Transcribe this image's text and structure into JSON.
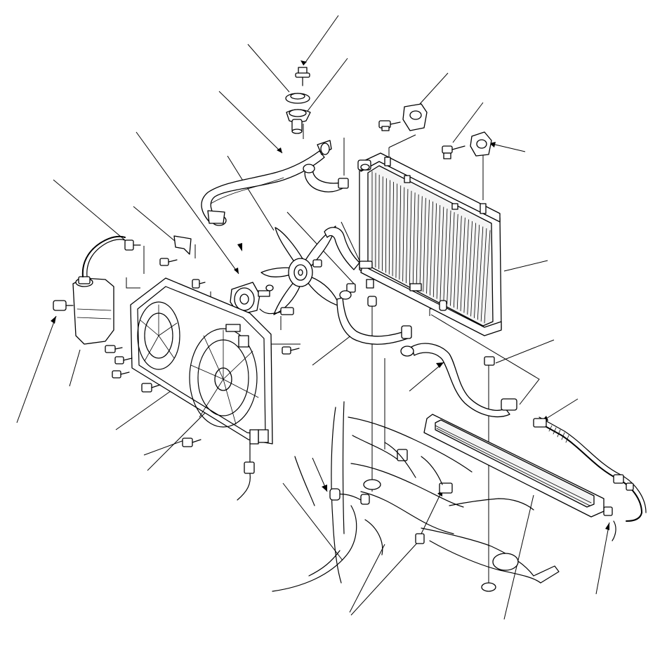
{
  "figure": {
    "type": "exploded-parts-diagram",
    "background": "#ffffff",
    "line_color": "#000000",
    "callout_style": "leader-lines-without-labels"
  },
  "parts": [
    {
      "name": "radiator-cap-bolt"
    },
    {
      "name": "radiator-cap"
    },
    {
      "name": "upper-radiator-hose"
    },
    {
      "name": "radiator-mount-bracket-upper-left"
    },
    {
      "name": "radiator-mount-bracket-upper-right"
    },
    {
      "name": "radiator"
    },
    {
      "name": "fan-blade"
    },
    {
      "name": "fan-motor"
    },
    {
      "name": "fan-shroud"
    },
    {
      "name": "coolant-reservoir-tank"
    },
    {
      "name": "reservoir-hose"
    },
    {
      "name": "lower-radiator-hose"
    },
    {
      "name": "transmission-cooler-line"
    },
    {
      "name": "condenser"
    },
    {
      "name": "engine-bay-frame"
    }
  ]
}
